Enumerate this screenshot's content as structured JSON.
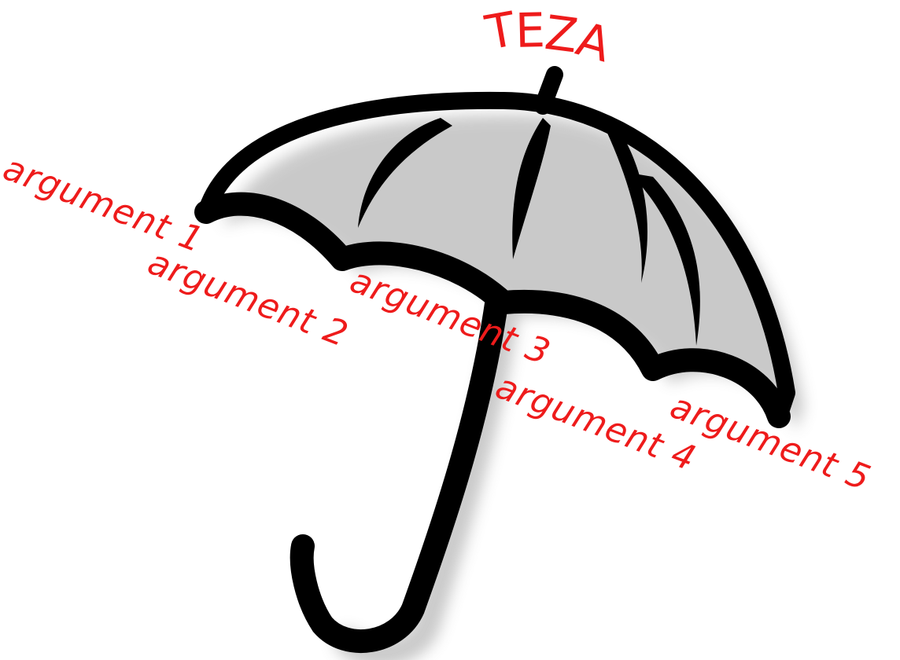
{
  "title": "TEZA",
  "arguments": [
    "argument 1",
    "argument 2",
    "argument 3",
    "argument 4",
    "argument 5"
  ],
  "colors": {
    "label": "#ee1b1b",
    "umbrella": "#000000",
    "shadow": "#9a9a9a",
    "background": "#ffffff"
  },
  "icon": "umbrella-icon"
}
